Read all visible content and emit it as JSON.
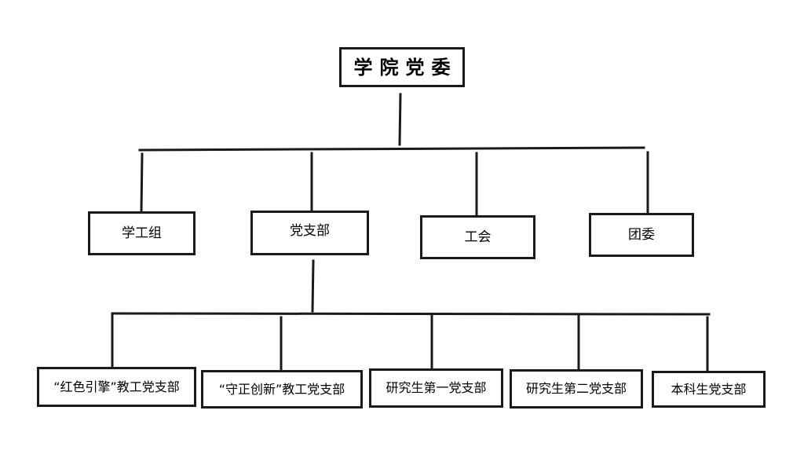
{
  "diagram": {
    "type": "org-chart",
    "root": {
      "label": "学院党委"
    },
    "level1": [
      {
        "label": "学工组"
      },
      {
        "label": "党支部"
      },
      {
        "label": "工会"
      },
      {
        "label": "团委"
      }
    ],
    "level2_parent": "党支部",
    "level2": [
      {
        "label": "“红色引擎”教工党支部"
      },
      {
        "label": "“守正创新”教工党支部"
      },
      {
        "label": "研究生第一党支部"
      },
      {
        "label": "研究生第二党支部"
      },
      {
        "label": "本科生党支部"
      }
    ],
    "colors": {
      "line": "#1a1a1a",
      "background": "#ffffff",
      "text": "#000000"
    }
  }
}
